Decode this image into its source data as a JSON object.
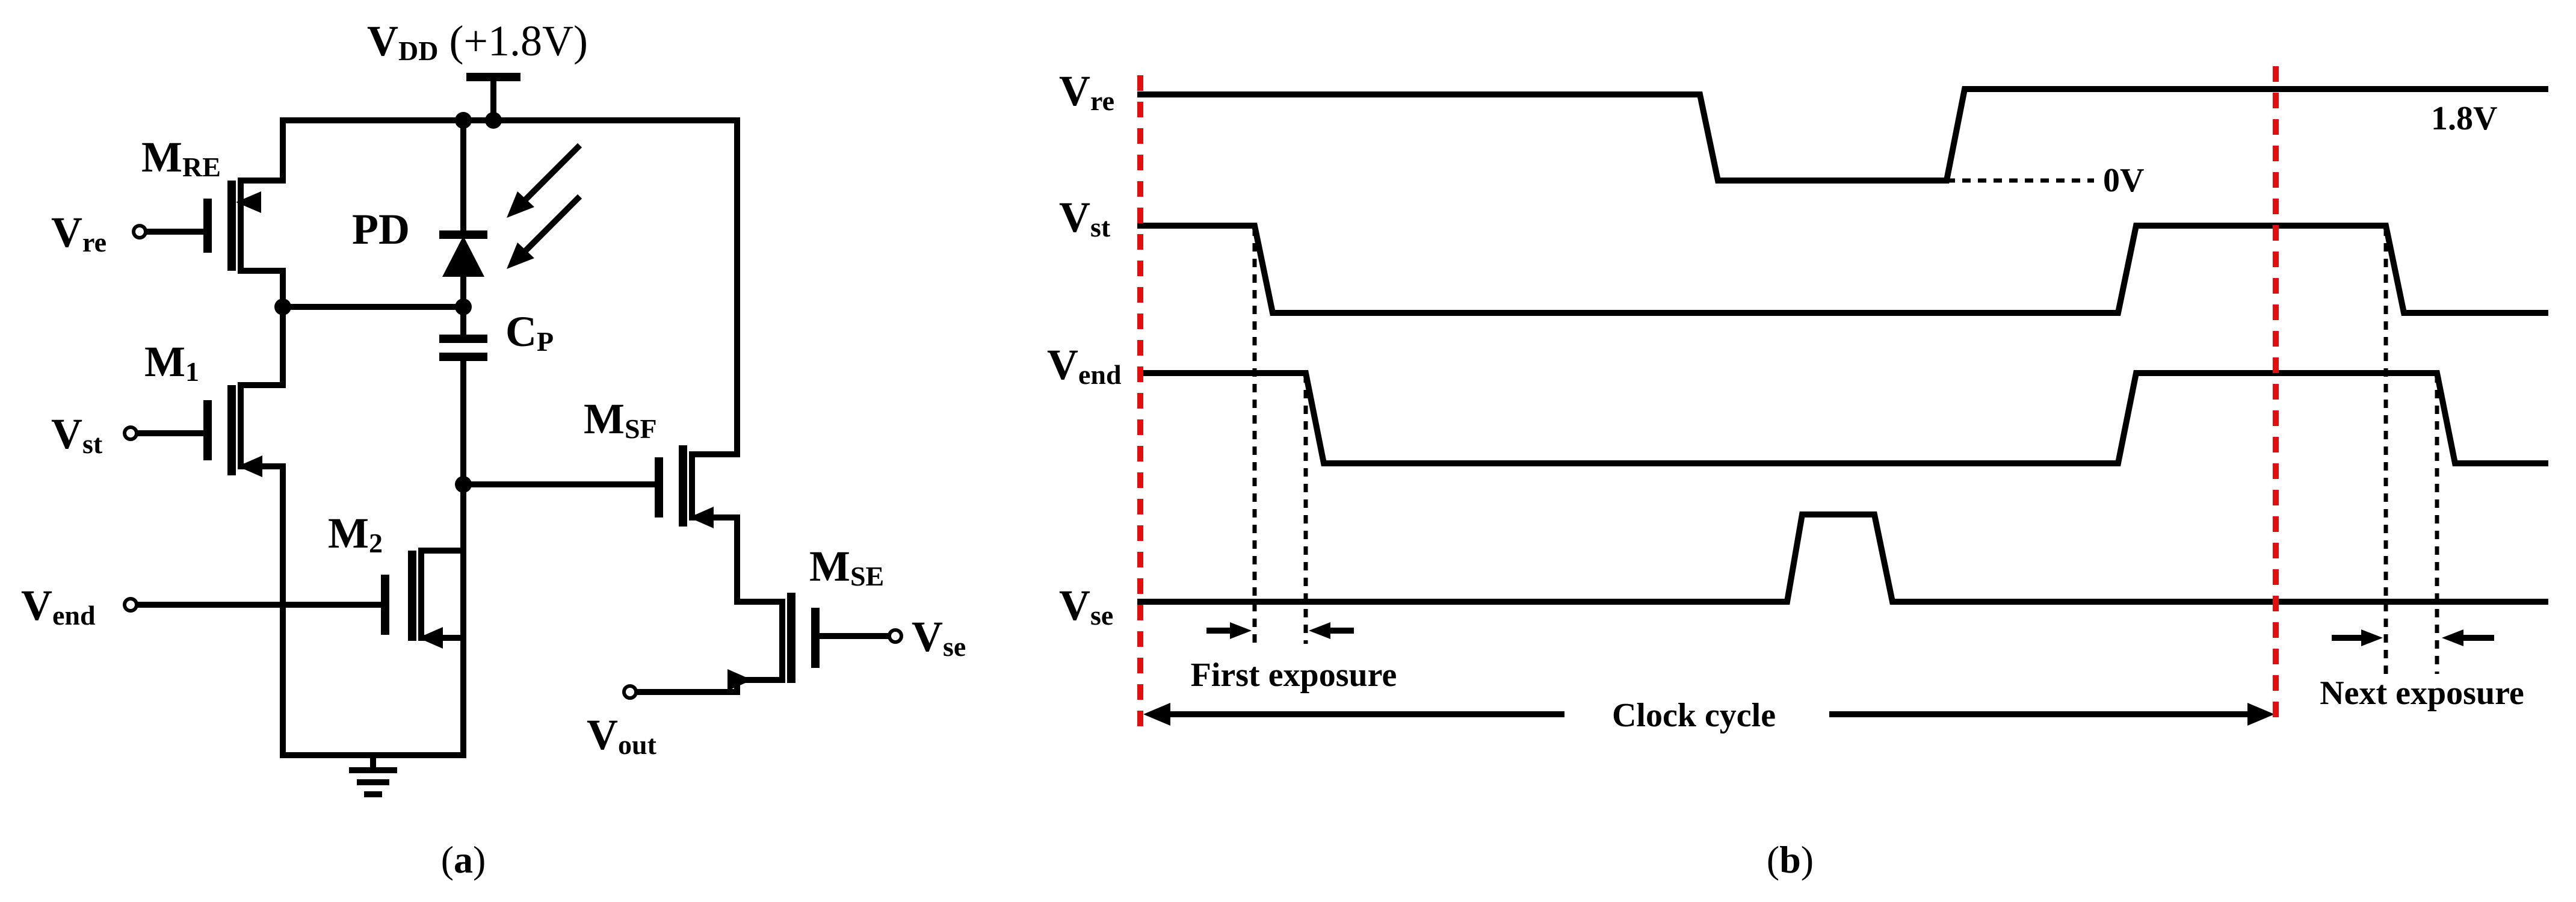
{
  "panel_a": {
    "caption_open": "(",
    "caption_letter": "a",
    "caption_close": ")",
    "vdd": {
      "main": "V",
      "sub": "DD",
      "suffix": " (+1.8V)"
    },
    "pd": "PD",
    "cp": {
      "main": "C",
      "sub": "P"
    },
    "m_re": {
      "main": "M",
      "sub": "RE"
    },
    "m_1": {
      "main": "M",
      "sub": "1"
    },
    "m_2": {
      "main": "M",
      "sub": "2"
    },
    "m_sf": {
      "main": "M",
      "sub": "SF"
    },
    "m_se": {
      "main": "M",
      "sub": "SE"
    },
    "v_re": {
      "main": "V",
      "sub": "re"
    },
    "v_st": {
      "main": "V",
      "sub": "st"
    },
    "v_end": {
      "main": "V",
      "sub": "end"
    },
    "v_se": {
      "main": "V",
      "sub": "se"
    },
    "v_out": {
      "main": "V",
      "sub": "out"
    }
  },
  "panel_b": {
    "caption_open": "(",
    "caption_letter": "b",
    "caption_close": ")",
    "signals": [
      {
        "main": "V",
        "sub": "re"
      },
      {
        "main": "V",
        "sub": "st"
      },
      {
        "main": "V",
        "sub": "end"
      },
      {
        "main": "V",
        "sub": "se"
      }
    ],
    "high_level": "1.8V",
    "low_level": "0V",
    "first_exposure": "First exposure",
    "next_exposure": "Next exposure",
    "clock_cycle": "Clock cycle"
  },
  "colors": {
    "wire": "#000000",
    "cycle_marker": "#e01010"
  }
}
